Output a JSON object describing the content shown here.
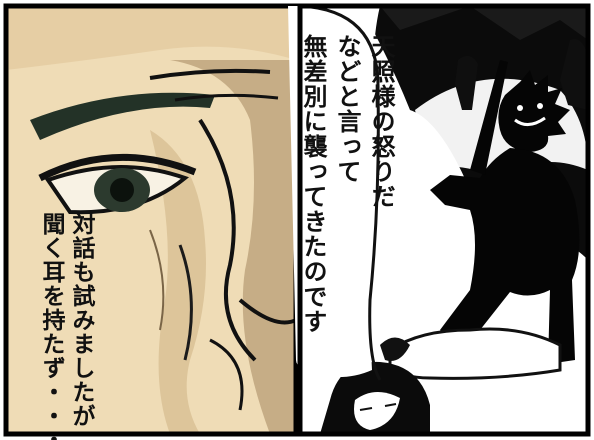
{
  "left_panel": {
    "caption_lines": [
      "対話も試みましたが",
      "聞く耳を持たず・・・"
    ]
  },
  "right_panel": {
    "speech_lines": [
      "天照様の怒りだ",
      "などと言って",
      "無差別に襲ってきたのです"
    ]
  },
  "colors": {
    "skin": "#efdcb6",
    "skin_shadow": "#c6ad86",
    "eye": "#2c3a2e",
    "ink": "#111111",
    "border": "#000000"
  }
}
